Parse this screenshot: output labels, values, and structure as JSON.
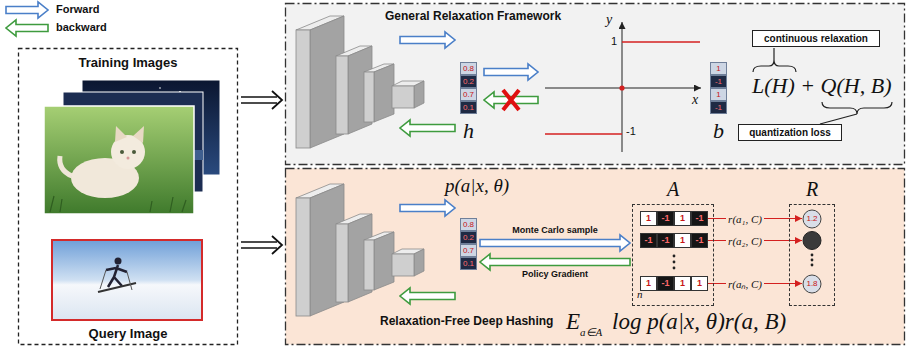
{
  "diagram": {
    "nodes": [
      {
        "text": [
          "Training Images",
          "Query Image"
        ]
      },
      {
        "text": [
          "General Relaxation Framework"
        ]
      },
      {
        "text": [
          "0.8",
          "0.2",
          "0.7",
          "0.1",
          "h"
        ],
        "in": 1
      },
      {
        "text": [
          "1",
          "-1",
          "1",
          "-1",
          "b"
        ],
        "in": 1
      },
      {
        "text": [
          "continuous relaxation"
        ],
        "in": 1
      },
      {
        "text": [
          "quantization loss"
        ],
        "in": 1
      },
      {
        "text": [
          "Relaxation-Free Deep Hashing"
        ]
      },
      {
        "text": [
          "0.8",
          "0.2",
          "0.7",
          "0.1"
        ],
        "in": 6
      },
      {
        "text": [
          "A",
          "n"
        ],
        "in": 6
      },
      {
        "text": [
          "1",
          "-1",
          "1",
          "-1"
        ],
        "in": 8
      },
      {
        "text": [
          "-1",
          "-1",
          "1",
          "-1"
        ],
        "in": 8
      },
      {
        "text": [
          "1",
          "-1",
          "1",
          "1"
        ],
        "in": 8
      },
      {
        "text": [
          "R"
        ],
        "in": 6
      },
      {
        "text": [
          "1.2"
        ],
        "in": 12
      },
      {
        "text": [
          "1.8"
        ],
        "in": 12
      }
    ],
    "edges": [
      {
        "from": 0,
        "to": 1,
        "arrow": "to"
      },
      {
        "from": 0,
        "to": 6,
        "arrow": "to"
      },
      {
        "from": 7,
        "to": 8,
        "arrow": "to",
        "label": "Monte Carlo sample"
      },
      {
        "from": 8,
        "to": 7,
        "arrow": "to",
        "label": "Policy Gradient"
      },
      {
        "from": 9,
        "to": 13,
        "arrow": "to",
        "label": "r(a₁, C)"
      },
      {
        "from": 11,
        "to": 14,
        "arrow": "to",
        "label": "r(aₙ, C)"
      }
    ],
    "labels": [
      "x",
      "y",
      "1",
      "-1",
      "L(H) + Q(H, B)",
      "p(a|x, θ)",
      "r(a₂, C)",
      "E",
      "a∈A",
      "log p(a|x, θ)r(a, B)"
    ],
    "legend": [
      {
        "text": "Forward"
      },
      {
        "text": "backward"
      }
    ]
  }
}
